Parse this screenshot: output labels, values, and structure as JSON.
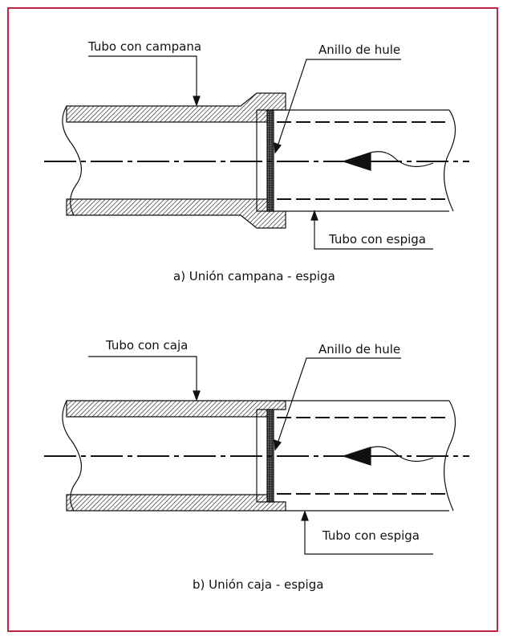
{
  "diagram_a": {
    "label_bell_pipe": "Tubo con campana",
    "label_rubber_ring": "Anillo de hule",
    "label_spigot_pipe": "Tubo con espiga",
    "caption": "a) Unión campana - espiga"
  },
  "diagram_b": {
    "label_box_pipe": "Tubo con caja",
    "label_rubber_ring": "Anillo de hule",
    "label_spigot_pipe": "Tubo con espiga",
    "caption": "b) Unión caja - espiga"
  },
  "colors": {
    "frame": "#c0263f",
    "line": "#111111"
  }
}
